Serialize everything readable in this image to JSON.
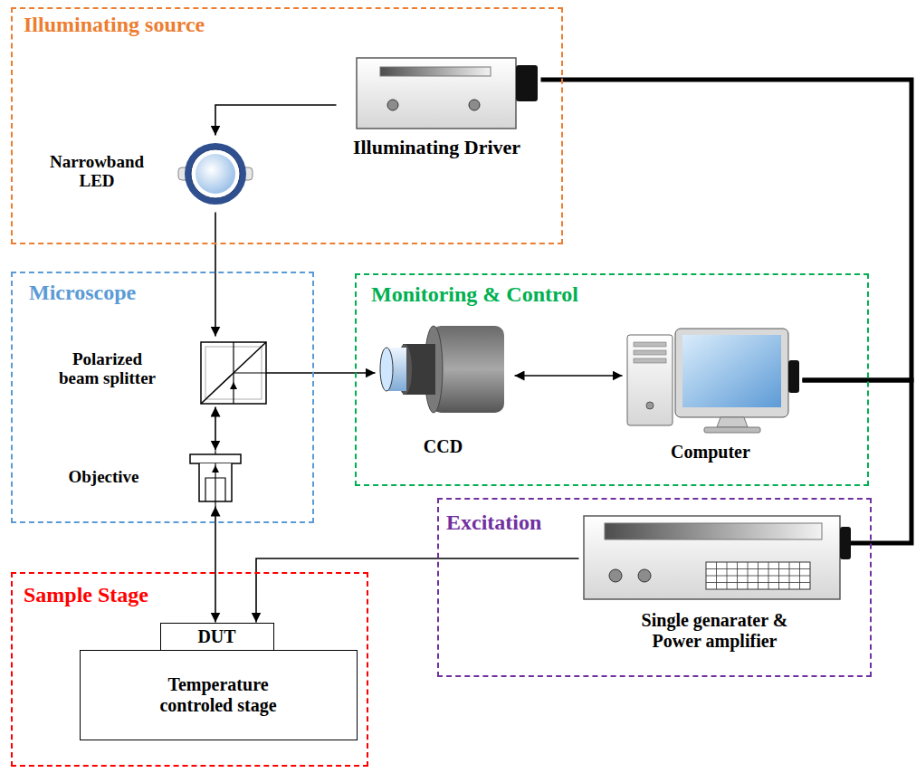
{
  "diagram": {
    "nodes": [
      {
        "text": [
          "Illuminating source"
        ]
      },
      {
        "text": [
          "Illuminating Driver"
        ],
        "in": 0
      },
      {
        "text": [
          "Narrowband LED"
        ],
        "in": 0
      },
      {
        "text": [
          "Microscope"
        ]
      },
      {
        "text": [
          "Polarized beam splitter"
        ],
        "in": 3
      },
      {
        "text": [
          "Objective"
        ],
        "in": 3
      },
      {
        "text": [
          "Monitoring & Control"
        ]
      },
      {
        "text": [
          "CCD"
        ],
        "in": 6
      },
      {
        "text": [
          "Computer"
        ],
        "in": 6
      },
      {
        "text": [
          "Excitation"
        ]
      },
      {
        "text": [
          "Single genarater & Power amplifier"
        ],
        "in": 9
      },
      {
        "text": [
          "Sample Stage"
        ]
      },
      {
        "text": [
          "DUT"
        ],
        "in": 11
      },
      {
        "text": [
          "Temperature controled stage"
        ],
        "in": 11
      }
    ],
    "edges": [
      {
        "from": 1,
        "to": 2,
        "arrow": "to"
      },
      {
        "from": 2,
        "to": 4,
        "arrow": "to"
      },
      {
        "from": 4,
        "to": 7,
        "arrow": "to"
      },
      {
        "from": 4,
        "to": 5,
        "arrow": "both"
      },
      {
        "from": 5,
        "to": 12,
        "arrow": "both"
      },
      {
        "from": 7,
        "to": 8,
        "arrow": "both"
      },
      {
        "from": 8,
        "to": 1,
        "arrow": "none"
      },
      {
        "from": 8,
        "to": 10,
        "arrow": "none"
      },
      {
        "from": 10,
        "to": 12,
        "arrow": "to"
      }
    ]
  }
}
